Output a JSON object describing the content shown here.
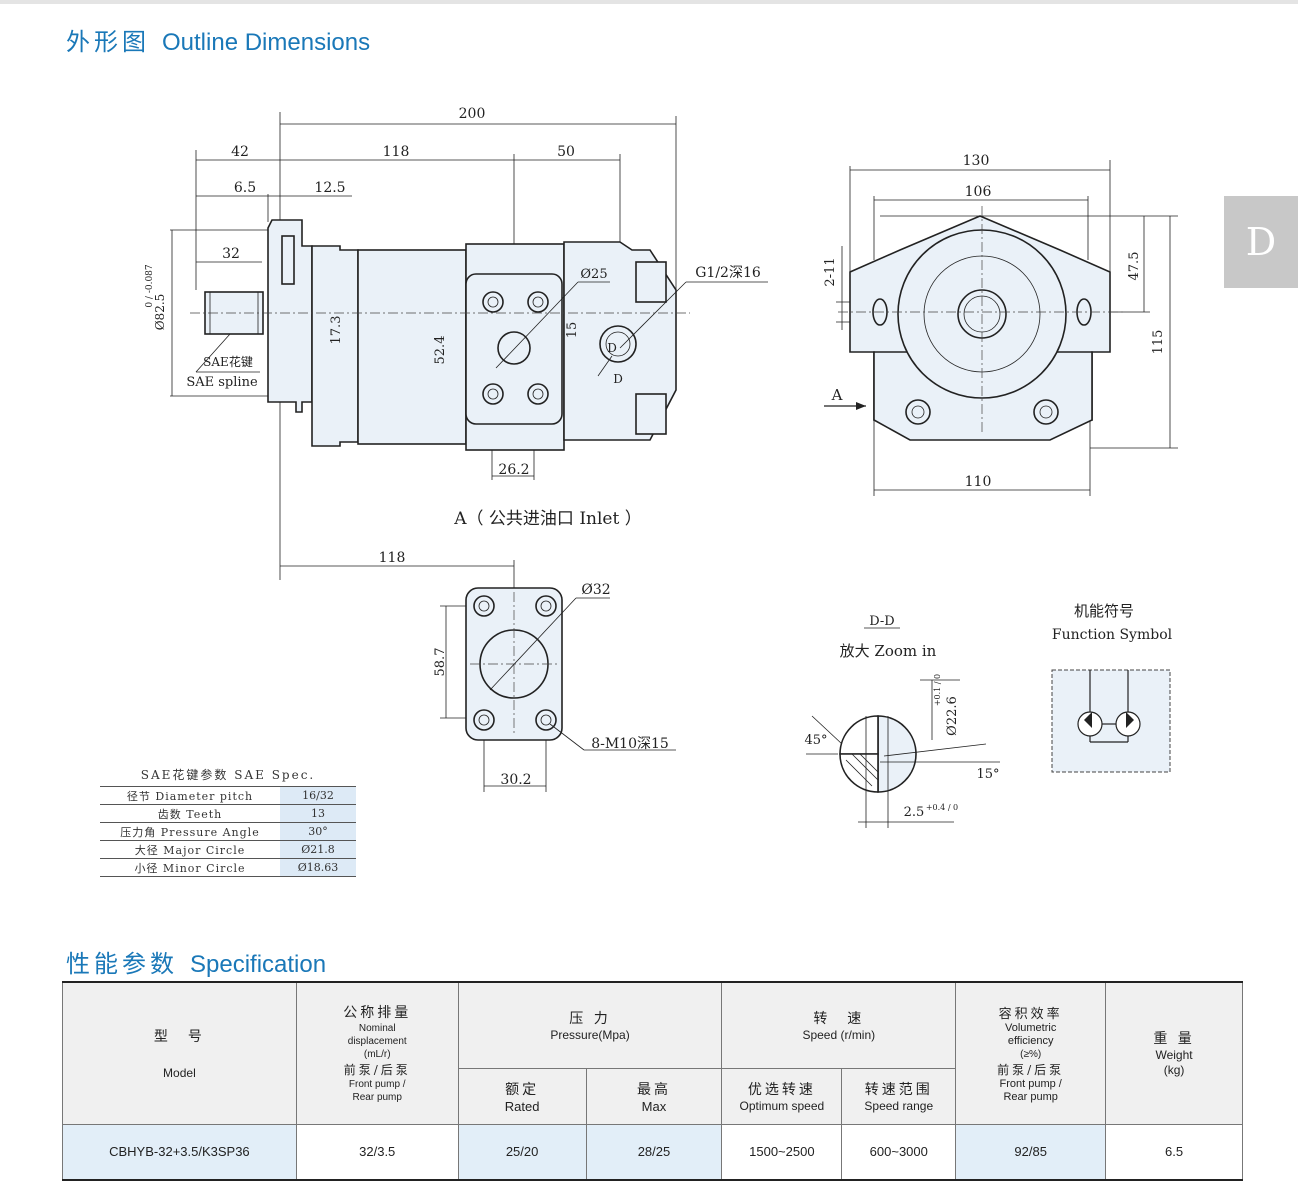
{
  "header": {
    "outline_cn": "外形图",
    "outline_en": "Outline Dimensions",
    "side_tab": "D"
  },
  "drawing": {
    "side_view": {
      "dims": [
        "200",
        "42",
        "118",
        "50",
        "6.5",
        "12.5",
        "32",
        "17.3",
        "52.4",
        "15",
        "26.2"
      ],
      "diameter_shaft": "Ø82.5",
      "diameter_tol": "0 / -0.087",
      "bore": "Ø25",
      "thread": "G1/2深16",
      "spline_cn": "SAE花键",
      "spline_en": "SAE spline",
      "section_mark": "D"
    },
    "inlet_caption": "A（ 公共进油口 Inlet ）",
    "front_view": {
      "dims": [
        "130",
        "106",
        "2-11",
        "47.5",
        "115",
        "110"
      ],
      "view_mark": "A"
    },
    "inlet_flange": {
      "dims": [
        "118",
        "58.7",
        "30.2"
      ],
      "bore": "Ø32",
      "bolts": "8-M10深15"
    },
    "detail": {
      "title": "D-D",
      "subtitle": "放大 Zoom in",
      "diameter": "Ø22.6",
      "diameter_tol": "+0.1 / 0",
      "angle1": "45°",
      "angle2": "15°",
      "width": "2.5",
      "width_tol": "+0.4 / 0"
    },
    "function_symbol": {
      "title_cn": "机能符号",
      "title_en": "Function Symbol"
    }
  },
  "sae_spec": {
    "title": "SAE花键参数  SAE Spec.",
    "rows": [
      {
        "label": "径节 Diameter pitch",
        "value": "16/32"
      },
      {
        "label": "齿数 Teeth",
        "value": "13"
      },
      {
        "label": "压力角 Pressure Angle",
        "value": "30°"
      },
      {
        "label": "大径 Major Circle",
        "value": "Ø21.8"
      },
      {
        "label": "小径 Minor Circle",
        "value": "Ø18.63"
      }
    ]
  },
  "spec_section": {
    "title_cn": "性能参数",
    "title_en": "Specification"
  },
  "spec_table": {
    "model_cn": "型　号",
    "model_en": "Model",
    "disp_cn": "公称排量",
    "disp_en1": "Nominal",
    "disp_en2": "displacement",
    "disp_unit": "(mL/r)",
    "disp_fr_cn": "前泵/后泵",
    "disp_fr_en1": "Front pump /",
    "disp_fr_en2": "Rear pump",
    "pressure_cn": "压 力",
    "pressure_en": "Pressure(Mpa)",
    "rated_cn": "额定",
    "rated_en": "Rated",
    "max_cn": "最高",
    "max_en": "Max",
    "speed_cn": "转　速",
    "speed_en": "Speed (r/min)",
    "opt_cn": "优选转速",
    "opt_en": "Optimum speed",
    "range_cn": "转速范围",
    "range_en": "Speed range",
    "eff_cn": "容积效率",
    "eff_en1": "Volumetric",
    "eff_en2": "efficiency",
    "eff_unit": "(≥%)",
    "eff_fr_cn": "前泵/后泵",
    "eff_fr_en1": "Front pump /",
    "eff_fr_en2": "Rear pump",
    "weight_cn": "重 量",
    "weight_en": "Weight",
    "weight_unit": "(kg)",
    "row": {
      "model": "CBHYB-32+3.5/K3SP36",
      "displacement": "32/3.5",
      "rated": "25/20",
      "max": "28/25",
      "optimum": "1500~2500",
      "range": "600~3000",
      "efficiency": "92/85",
      "weight": "6.5"
    }
  }
}
